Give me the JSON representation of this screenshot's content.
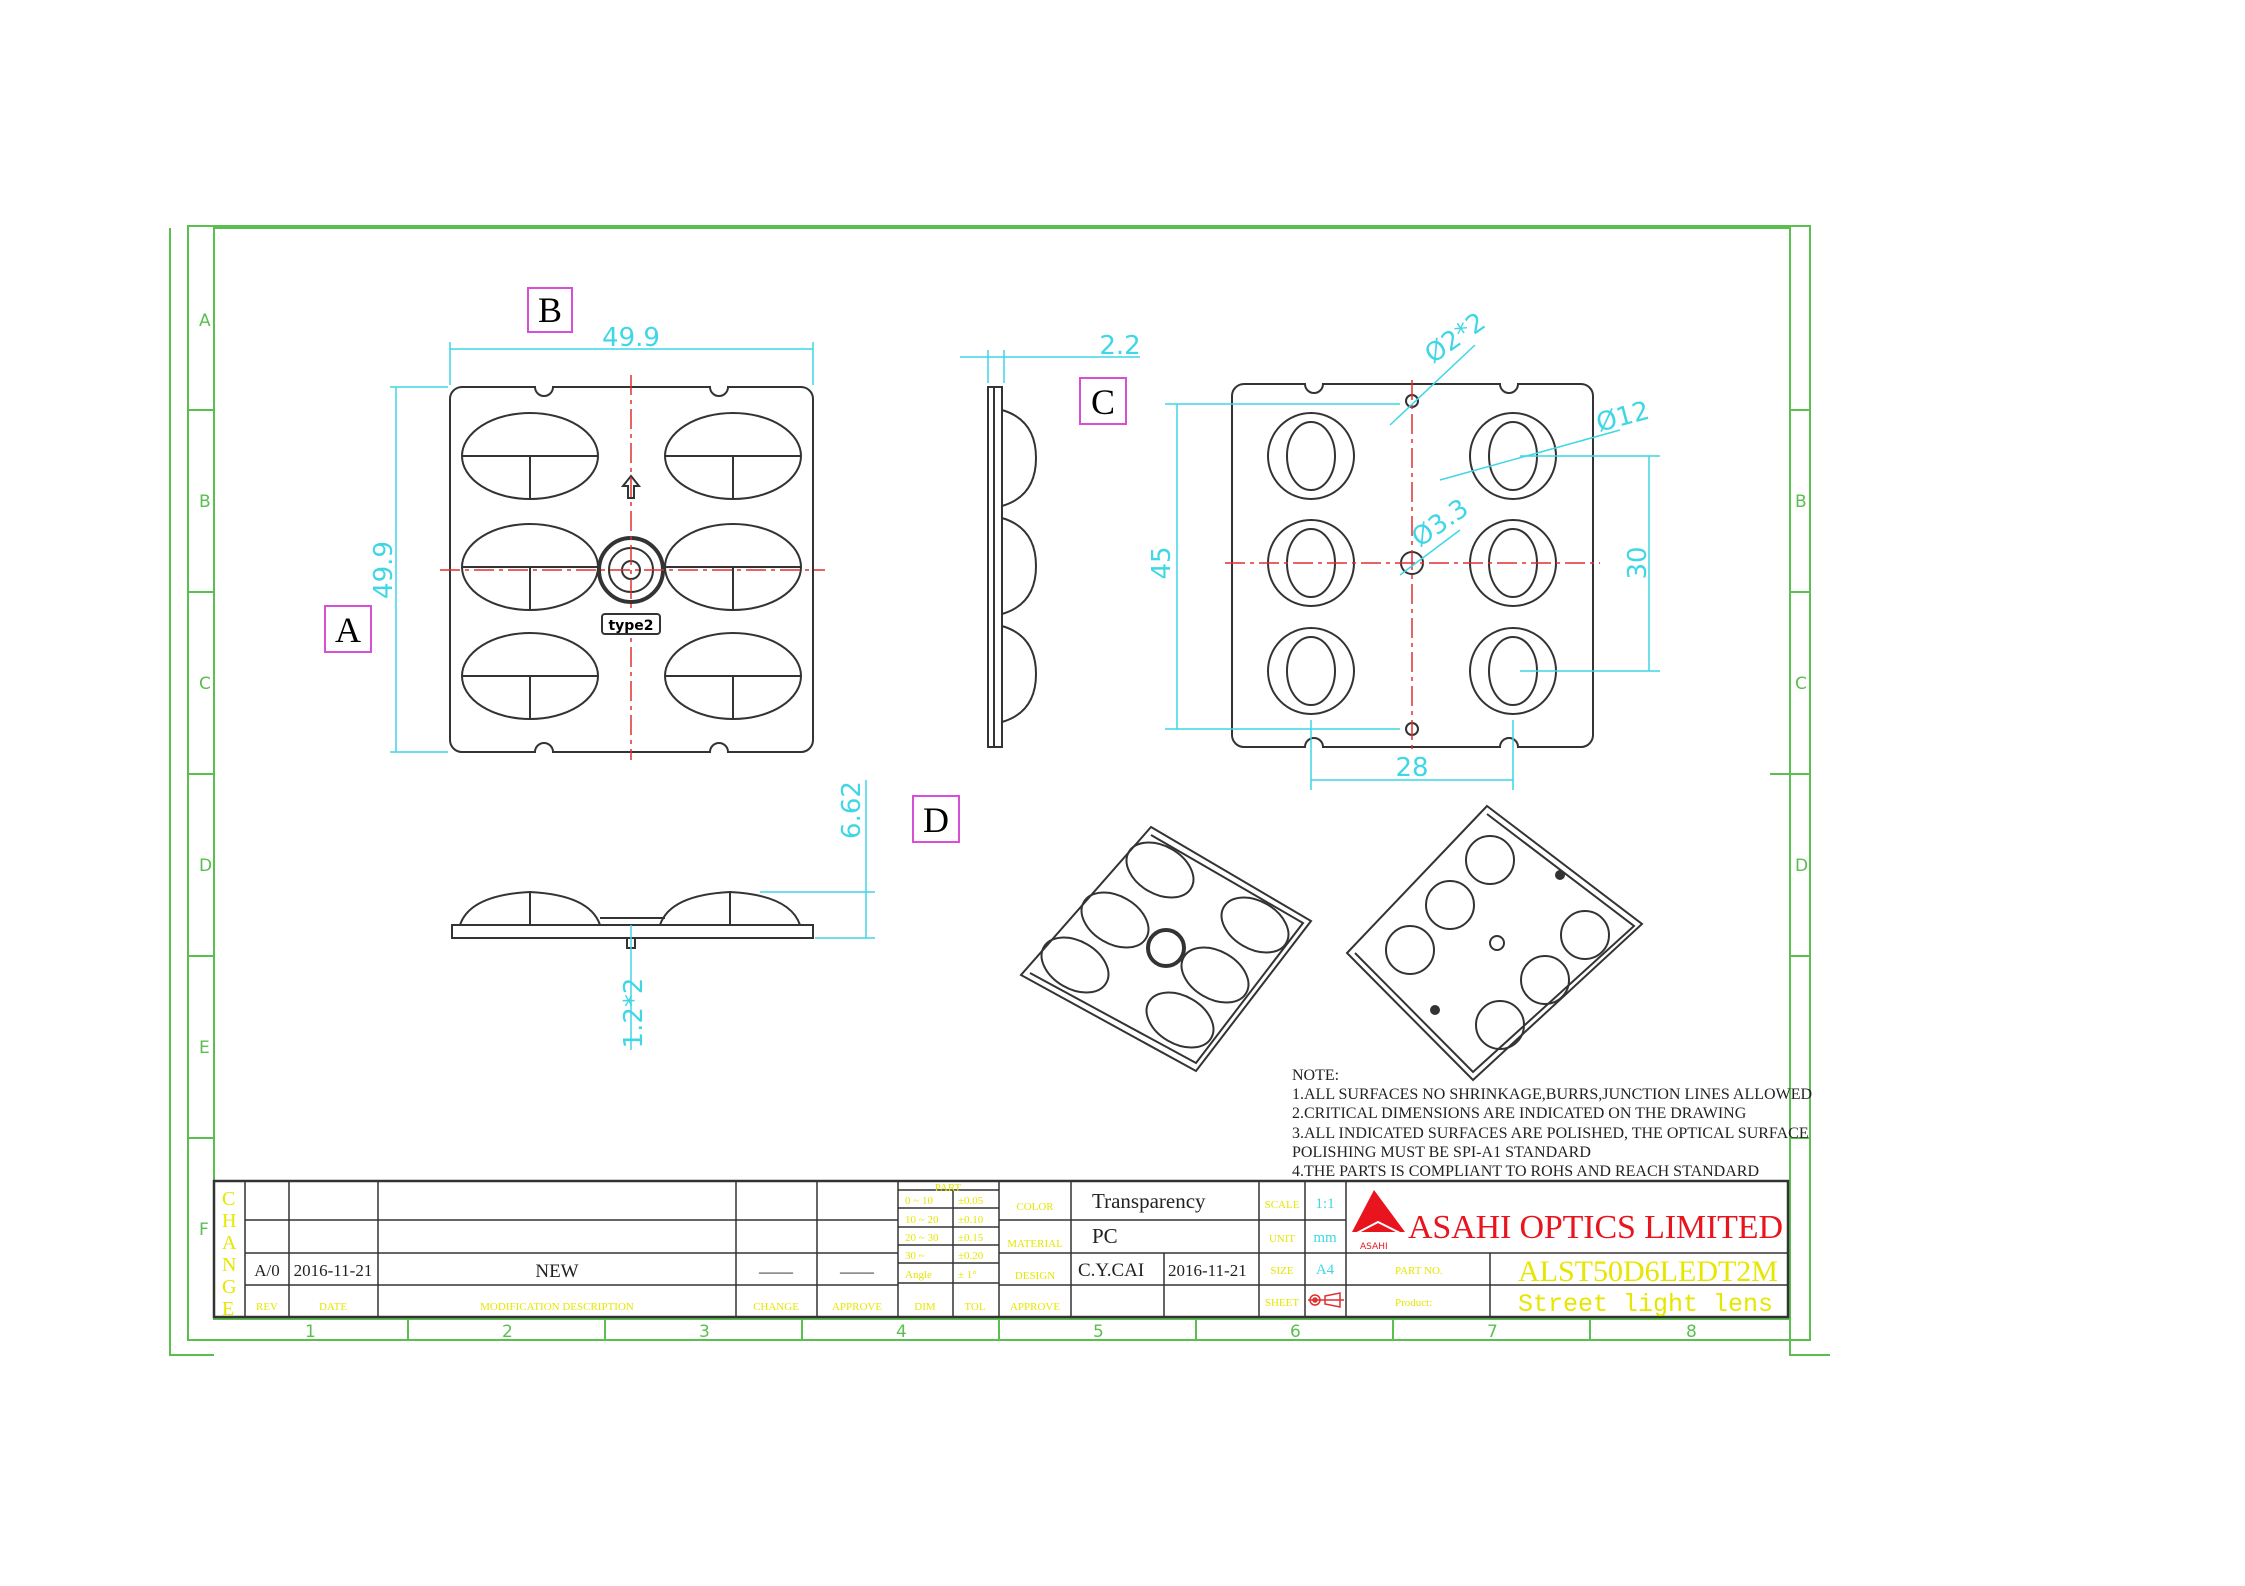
{
  "views": {
    "a": {
      "label": "A",
      "dim_width": "49.9",
      "dim_height": "49.9",
      "marking": "type2"
    },
    "b": {
      "label": "B",
      "dim_thickness": "2.2"
    },
    "c": {
      "label": "C",
      "dim_hole_small": "Ø2*2",
      "dim_lens": "Ø12",
      "dim_center_hole": "Ø3.3",
      "dim_45": "45",
      "dim_30": "30",
      "dim_28": "28"
    },
    "d": {
      "label": "D",
      "dim_height": "6.62",
      "dim_pin": "1.2*2"
    }
  },
  "notes": {
    "title": "NOTE:",
    "lines": [
      "1.ALL SURFACES NO SHRINKAGE,BURRS,JUNCTION LINES ALLOWED",
      "2.CRITICAL DIMENSIONS ARE INDICATED ON THE DRAWING",
      "3.ALL INDICATED SURFACES ARE POLISHED, THE OPTICAL SURFACE",
      "POLISHING MUST BE SPI-A1 STANDARD",
      "4.THE PARTS IS COMPLIANT TO ROHS AND REACH STANDARD"
    ]
  },
  "zones": {
    "rows": [
      "A",
      "B",
      "C",
      "D",
      "E",
      "F"
    ],
    "cols": [
      "1",
      "2",
      "3",
      "4",
      "5",
      "6",
      "7",
      "8"
    ]
  },
  "title_block": {
    "change_label": [
      "C",
      "H",
      "A",
      "N",
      "G",
      "E"
    ],
    "revision": {
      "rev": "A/0",
      "date": "2016-11-21",
      "description": "NEW",
      "change": "——",
      "approve": "——"
    },
    "rev_headers": {
      "rev": "REV",
      "date": "DATE",
      "description": "MODIFICATION DESCRIPTION",
      "change": "CHANGE",
      "approve": "APPROVE"
    },
    "tolerance": {
      "title": "PART",
      "rows": [
        [
          "0 ~ 10",
          "±0.05"
        ],
        [
          "10 ~ 20",
          "±0.10"
        ],
        [
          "20 ~ 30",
          "±0.15"
        ],
        [
          "30 ~",
          "±0.20"
        ],
        [
          "Angle",
          "± 1°"
        ]
      ],
      "headers": [
        "DIM",
        "TOL"
      ]
    },
    "labels": {
      "color": "COLOR",
      "material": "MATERIAL",
      "design": "DESIGN",
      "approve": "APPROVE",
      "scale": "SCALE",
      "unit": "UNIT",
      "size": "SIZE",
      "sheet": "SHEET",
      "part_no": "PART NO.",
      "product": "Product:"
    },
    "color": "Transparency",
    "material": "PC",
    "designer": "C.Y.CAI",
    "design_date": "2016-11-21",
    "scale": "1:1",
    "unit": "mm",
    "size": "A4",
    "company": "ASAHI OPTICS LIMITED",
    "logo_text": "ASAHI",
    "part_no": "ALST50D6LEDT2M",
    "product": "Street light lens"
  },
  "colors": {
    "frame": "#5bbf4f",
    "dimension": "#3fd6e6",
    "label_box": "#d64fd6",
    "center_line": "#e03030",
    "company": "#e8141e",
    "title_yellow": "#e6e600"
  }
}
